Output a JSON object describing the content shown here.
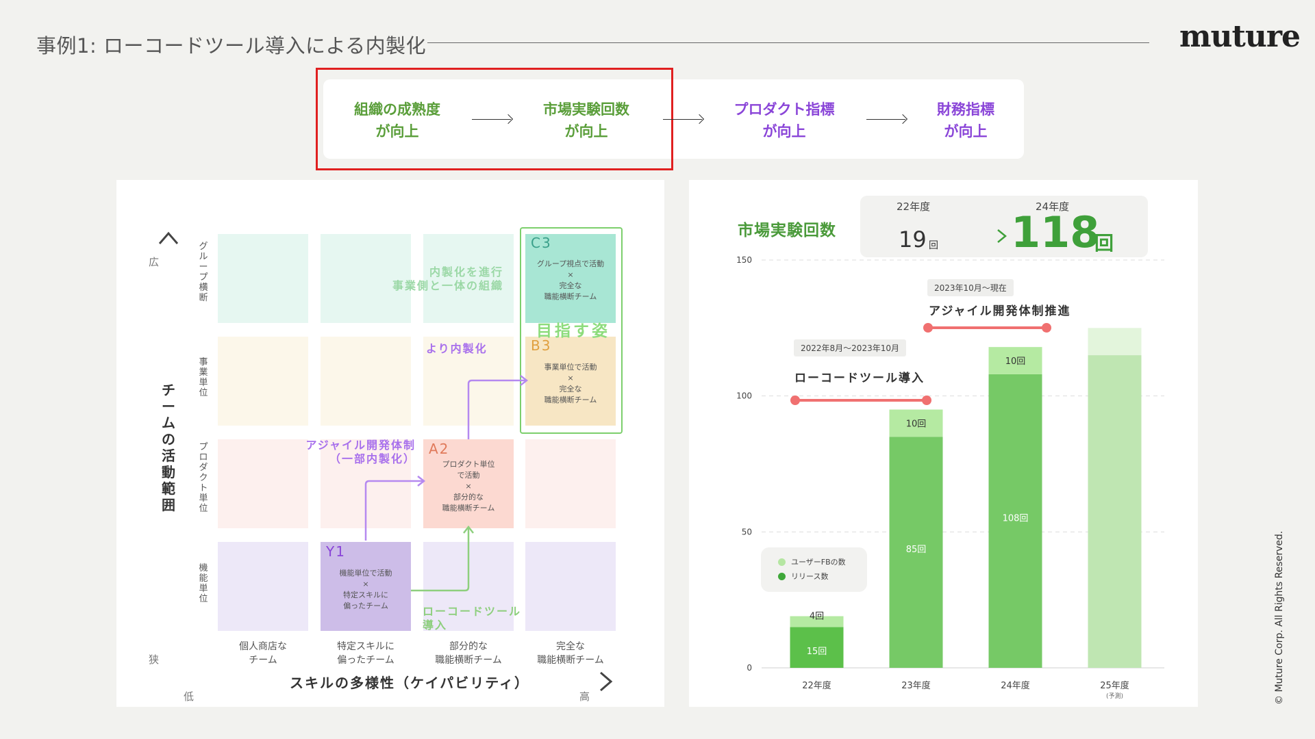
{
  "header": {
    "title": "事例1: ローコードツール導入による内製化",
    "logo": "muture"
  },
  "flow": {
    "steps": [
      {
        "line1": "組織の成熟度",
        "line2": "が向上",
        "color": "#5a9e3a"
      },
      {
        "line1": "市場実験回数",
        "line2": "が向上",
        "color": "#5a9e3a"
      },
      {
        "line1": "プロダクト指標",
        "line2": "が向上",
        "color": "#8a45d8"
      },
      {
        "line1": "財務指標",
        "line2": "が向上",
        "color": "#8a45d8"
      }
    ]
  },
  "matrix": {
    "y_axis": {
      "label": "チームの活動範囲",
      "high": "広",
      "low": "狭"
    },
    "x_axis": {
      "label": "スキルの多様性（ケイパビリティ）",
      "low": "低",
      "high": "高"
    },
    "rows": [
      "グループ横断",
      "事業単位",
      "プロダクト単位",
      "機能単位"
    ],
    "columns": [
      {
        "line1": "個人商店な",
        "line2": "チーム"
      },
      {
        "line1": "特定スキルに",
        "line2": "偏ったチーム"
      },
      {
        "line1": "部分的な",
        "line2": "職能横断チーム"
      },
      {
        "line1": "完全な",
        "line2": "職能横断チーム"
      }
    ],
    "cells": {
      "y1": {
        "code": "Y1",
        "lines": [
          "機能単位で活動",
          "×",
          "特定スキルに",
          "偏ったチーム"
        ]
      },
      "a2": {
        "code": "A2",
        "lines": [
          "プロダクト単位",
          "で活動",
          "×",
          "部分的な",
          "職能横断チーム"
        ]
      },
      "b3": {
        "code": "B3",
        "lines": [
          "事業単位で活動",
          "×",
          "完全な",
          "職能横断チーム"
        ]
      },
      "c3": {
        "code": "C3",
        "lines": [
          "グループ視点で活動",
          "×",
          "完全な",
          "職能横断チーム"
        ]
      }
    },
    "notes": {
      "lowcode": {
        "line1": "ローコードツール",
        "line2": "導入"
      },
      "agile": {
        "line1": "アジャイル開発体制",
        "line2": "（一部内製化）"
      },
      "more_inhouse": "より内製化",
      "inhouse": {
        "line1": "内製化を進行",
        "line2": "事業側と一体の組織"
      },
      "target": "目指す姿"
    },
    "colors": {
      "purple": "#8a45d8",
      "green": "#7ac06a",
      "orange": "#e07a3a",
      "target": "#5dbb4a"
    }
  },
  "chart": {
    "title": "市場実験回数",
    "kpi": {
      "from_label": "22年度",
      "from_value": "19",
      "from_unit": "回",
      "to_label": "24年度",
      "to_value": "118",
      "to_unit": "回"
    },
    "phases": [
      {
        "tag": "2022年8月〜2023年10月",
        "label": "ローコードツール導入"
      },
      {
        "tag": "2023年10月〜現在",
        "label": "アジャイル開発体制推進"
      }
    ],
    "legend": [
      {
        "name": "ユーザーFBの数",
        "color": "#b5e6a2"
      },
      {
        "name": "リリース数",
        "color": "#3fa83a"
      }
    ]
  },
  "chart_data": {
    "type": "bar",
    "stacked": true,
    "categories": [
      "22年度",
      "23年度",
      "24年度",
      "25年度"
    ],
    "category_notes": [
      "",
      "",
      "",
      "(予測)"
    ],
    "series": [
      {
        "name": "リリース数",
        "values": [
          15,
          85,
          108,
          115
        ],
        "labels": [
          "15回",
          "85回",
          "108回",
          ""
        ]
      },
      {
        "name": "ユーザーFBの数",
        "values": [
          4,
          10,
          10,
          10
        ],
        "labels": [
          "4回",
          "10回",
          "10回",
          ""
        ]
      }
    ],
    "yticks": [
      0,
      50,
      100,
      150
    ],
    "ylim": [
      0,
      150
    ],
    "legend_position": "left"
  },
  "footer": {
    "copyright": "© Muture Corp. All Rights Reserved."
  }
}
